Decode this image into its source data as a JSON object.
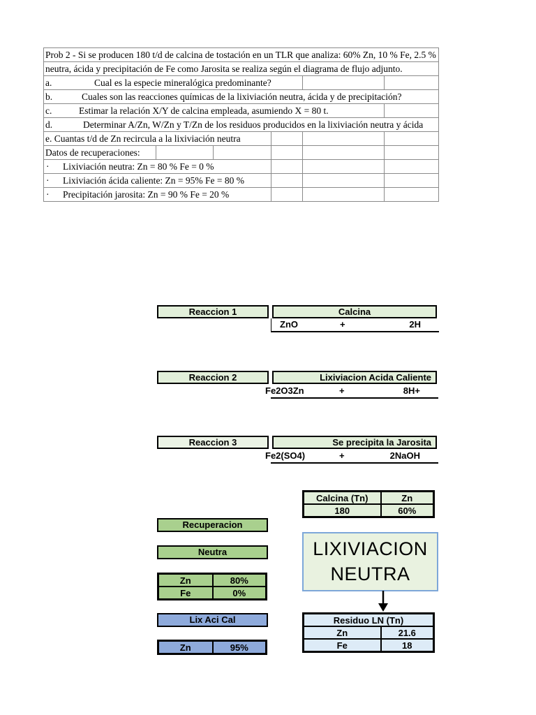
{
  "colors": {
    "light_green": "#e2efda",
    "green": "#a9d08e",
    "blue": "#8eaadb",
    "light_blue": "#ddebf7",
    "flow_box_fill": "#e9f2e0",
    "flow_box_border": "#7da7d9",
    "grid_line": "#8a8a8a"
  },
  "problem_table": {
    "line1": "Prob 2 - Si se producen 180 t/d de calcina de tostación en un TLR que analiza: 60% Zn, 10 % Fe, 2.5 %",
    "line2": "neutra, ácida y precipitación de Fe como Jarosita se realiza según el diagrama de flujo adjunto.",
    "items": [
      {
        "label": "a.",
        "text": "Cual es la especie mineralógica predominante?"
      },
      {
        "label": "b.",
        "text": "Cuales son las reacciones químicas de la lixiviación neutra, ácida y de precipitación?"
      },
      {
        "label": "c.",
        "text": "Estimar la relación X/Y de calcina empleada, asumiendo X = 80 t."
      },
      {
        "label": "d.",
        "text": "Determinar A/Zn, W/Zn y T/Zn de los residuos producidos en la lixiviación neutra y ácida"
      }
    ],
    "item_e": "e. Cuantas t/d de Zn recircula a la lixiviación neutra",
    "datos_label": "Datos de recuperaciones:",
    "bullet_char": "·",
    "bullets": [
      "Lixiviación neutra: Zn = 80 % Fe = 0 %",
      "Lixiviación ácida caliente: Zn = 95% Fe = 80 %",
      "Precipitación jarosita: Zn = 90 % Fe = 20 %"
    ]
  },
  "reactions": [
    {
      "label": "Reaccion 1",
      "title": "Calcina",
      "term1": "ZnO",
      "operator": "+",
      "term2": "2H"
    },
    {
      "label": "Reaccion 2",
      "title": "Lixiviacion Acida Caliente",
      "term1": "Fe2O3Zn",
      "operator": "+",
      "term2": "8H+"
    },
    {
      "label": "Reaccion 3",
      "title": "Se precipita la Jarosita",
      "term1": "Fe2(SO4)",
      "operator": "+",
      "term2": "2NaOH"
    }
  ],
  "calcina_table": {
    "col1_header": "Calcina (Tn)",
    "col2_header": "Zn",
    "col1_value": "180",
    "col2_value": "60%"
  },
  "recuperacion": {
    "title": "Recuperacion",
    "neutra": {
      "label": "Neutra",
      "rows": [
        {
          "name": "Zn",
          "value": "80%"
        },
        {
          "name": "Fe",
          "value": "0%"
        }
      ]
    },
    "acida": {
      "label": "Lix Aci Cal",
      "rows": [
        {
          "name": "Zn",
          "value": "95%"
        }
      ]
    }
  },
  "flowchart": {
    "box_line1": "LIXIVIACION",
    "box_line2": "NEUTRA"
  },
  "residuo_table": {
    "title": "Residuo LN  (Tn)",
    "rows": [
      {
        "name": "Zn",
        "value": "21.6"
      },
      {
        "name": "Fe",
        "value": "18"
      }
    ]
  }
}
